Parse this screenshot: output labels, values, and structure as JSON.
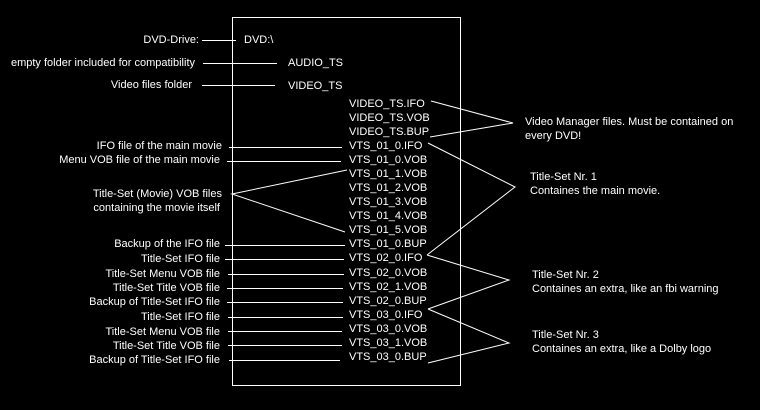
{
  "colors": {
    "background": "#000000",
    "foreground": "#ffffff"
  },
  "tree": [
    {
      "file": "DVD:\\",
      "annotation": "DVD-Drive:"
    },
    {
      "file": "AUDIO_TS",
      "annotation": "empty folder included for compatibility"
    },
    {
      "file": "VIDEO_TS",
      "annotation": "Video files folder"
    },
    {
      "file": "VIDEO_TS.IFO",
      "annotation": ""
    },
    {
      "file": "VIDEO_TS.VOB",
      "annotation": ""
    },
    {
      "file": "VIDEO_TS.BUP",
      "annotation": ""
    },
    {
      "file": "VTS_01_0.IFO",
      "annotation": "IFO file of the main movie"
    },
    {
      "file": "VTS_01_0.VOB",
      "annotation": "Menu VOB file of the main movie"
    },
    {
      "file": "VTS_01_1.VOB",
      "annotation": ""
    },
    {
      "file": "VTS_01_2.VOB",
      "annotation": ""
    },
    {
      "file": "VTS_01_3.VOB",
      "annotation": ""
    },
    {
      "file": "VTS_01_4.VOB",
      "annotation": ""
    },
    {
      "file": "VTS_01_5.VOB",
      "annotation": ""
    },
    {
      "file": "VTS_01_0.BUP",
      "annotation": "Backup of the IFO file"
    },
    {
      "file": "VTS_02_0.IFO",
      "annotation": "Title-Set IFO file"
    },
    {
      "file": "VTS_02_0.VOB",
      "annotation": "Title-Set Menu VOB file"
    },
    {
      "file": "VTS_02_1.VOB",
      "annotation": "Title-Set Title VOB file"
    },
    {
      "file": "VTS_02_0.BUP",
      "annotation": "Backup of Title-Set IFO file"
    },
    {
      "file": "VTS_03_0.IFO",
      "annotation": "Title-Set IFO file"
    },
    {
      "file": "VTS_03_0.VOB",
      "annotation": "Title-Set Menu VOB file"
    },
    {
      "file": "VTS_03_1.VOB",
      "annotation": "Title-Set Title VOB file"
    },
    {
      "file": "VTS_03_0.BUP",
      "annotation": "Backup of Title-Set IFO file"
    }
  ],
  "vob_group_annotation": {
    "line1": "Title-Set (Movie) VOB files",
    "line2": "containing the movie itself"
  },
  "groups": [
    {
      "line1": "Video Manager files. Must be contained on",
      "line2": "every DVD!"
    },
    {
      "line1": "Title-Set Nr. 1",
      "line2": "Containes the main movie."
    },
    {
      "line1": "Title-Set Nr. 2",
      "line2": "Containes an extra, like an fbi warning"
    },
    {
      "line1": "Title-Set Nr. 3",
      "line2": "Containes an extra, like a Dolby logo"
    }
  ]
}
